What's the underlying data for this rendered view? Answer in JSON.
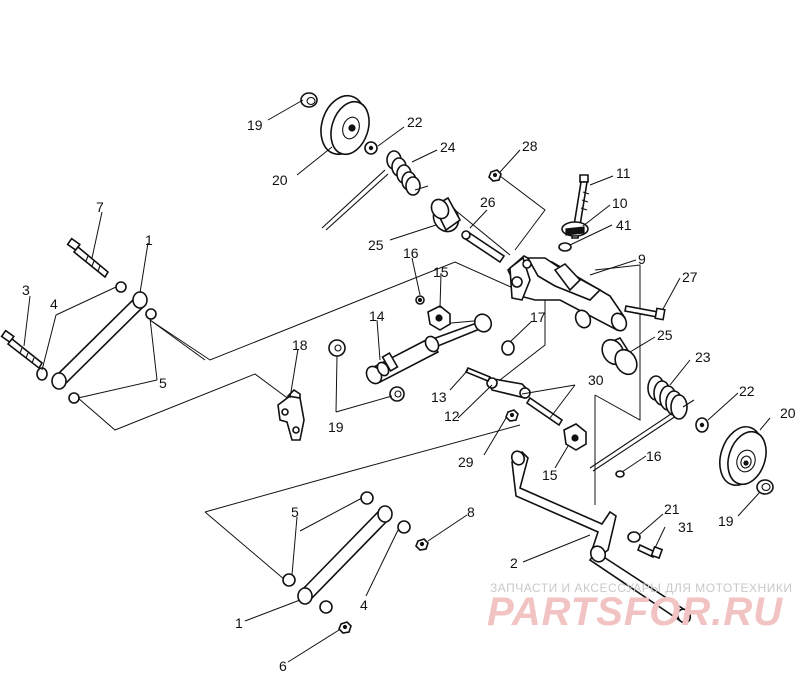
{
  "diagram": {
    "callouts": [
      {
        "id": "c19a",
        "text": "19"
      },
      {
        "id": "c20a",
        "text": "20"
      },
      {
        "id": "c22a",
        "text": "22"
      },
      {
        "id": "c24",
        "text": "24"
      },
      {
        "id": "c28",
        "text": "28"
      },
      {
        "id": "c11",
        "text": "11"
      },
      {
        "id": "c10",
        "text": "10"
      },
      {
        "id": "c41",
        "text": "41"
      },
      {
        "id": "c26",
        "text": "26"
      },
      {
        "id": "c25a",
        "text": "25"
      },
      {
        "id": "c9",
        "text": "9"
      },
      {
        "id": "c27",
        "text": "27"
      },
      {
        "id": "c7",
        "text": "7"
      },
      {
        "id": "c1a",
        "text": "1"
      },
      {
        "id": "c3",
        "text": "3"
      },
      {
        "id": "c4a",
        "text": "4"
      },
      {
        "id": "c5a",
        "text": "5"
      },
      {
        "id": "c16a",
        "text": "16"
      },
      {
        "id": "c15a",
        "text": "15"
      },
      {
        "id": "c14",
        "text": "14"
      },
      {
        "id": "c17",
        "text": "17"
      },
      {
        "id": "c25b",
        "text": "25"
      },
      {
        "id": "c18",
        "text": "18"
      },
      {
        "id": "c19b",
        "text": "19"
      },
      {
        "id": "c13",
        "text": "13"
      },
      {
        "id": "c12",
        "text": "12"
      },
      {
        "id": "c30",
        "text": "30"
      },
      {
        "id": "c23",
        "text": "23"
      },
      {
        "id": "c22b",
        "text": "22"
      },
      {
        "id": "c20b",
        "text": "20"
      },
      {
        "id": "c29",
        "text": "29"
      },
      {
        "id": "c15b",
        "text": "15"
      },
      {
        "id": "c16b",
        "text": "16"
      },
      {
        "id": "c19c",
        "text": "19"
      },
      {
        "id": "c21",
        "text": "21"
      },
      {
        "id": "c31",
        "text": "31"
      },
      {
        "id": "c5b",
        "text": "5"
      },
      {
        "id": "c8",
        "text": "8"
      },
      {
        "id": "c2",
        "text": "2"
      },
      {
        "id": "c4b",
        "text": "4"
      },
      {
        "id": "c1b",
        "text": "1"
      },
      {
        "id": "c6",
        "text": "6"
      }
    ]
  },
  "watermark": {
    "tagline": "ЗАПЧАСТИ И АКСЕССУАРЫ ДЛЯ МОТОТЕХНИКИ",
    "brand": "PARTSFOR.RU"
  }
}
